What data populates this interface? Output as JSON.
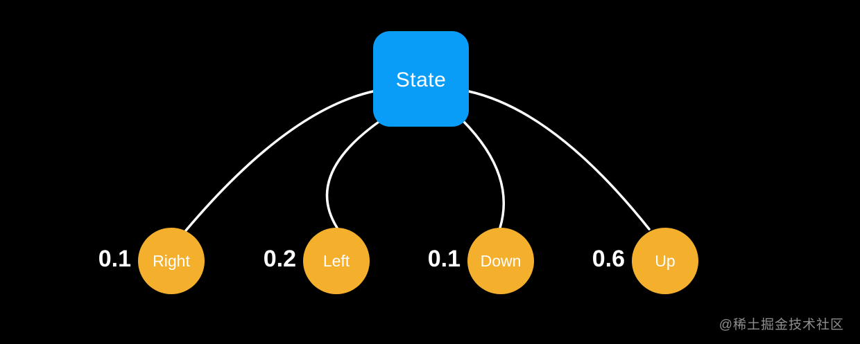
{
  "diagram": {
    "state_node": {
      "label": "State"
    },
    "actions": [
      {
        "label": "Right",
        "probability": "0.1"
      },
      {
        "label": "Left",
        "probability": "0.2"
      },
      {
        "label": "Down",
        "probability": "0.1"
      },
      {
        "label": "Up",
        "probability": "0.6"
      }
    ],
    "colors": {
      "background": "#000000",
      "state_fill": "#0a9df7",
      "action_fill": "#f4b02d",
      "edge_stroke": "#ffffff",
      "node_text": "#ffffff",
      "probability_text": "#ffffff",
      "watermark_text": "#8e8e8e"
    },
    "watermark": "@稀土掘金技术社区"
  }
}
